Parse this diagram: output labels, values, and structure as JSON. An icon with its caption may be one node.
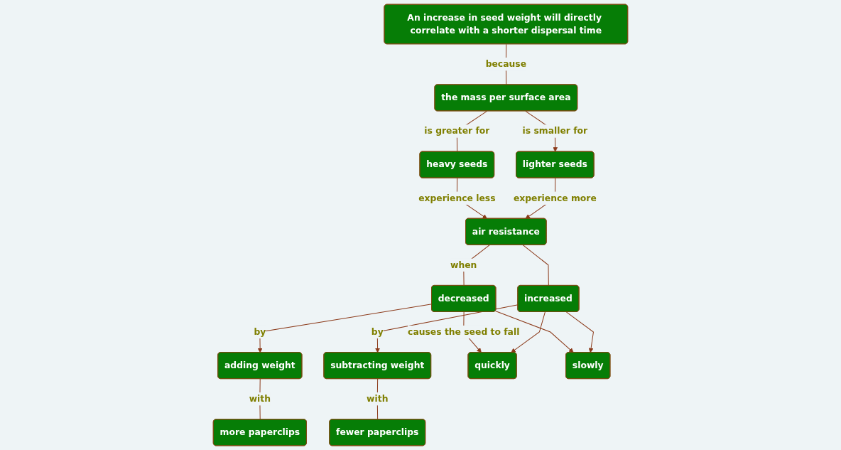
{
  "diagram": {
    "nodes": [
      {
        "text": [
          "An increase in seed weight will directly correlate with a shorter dispersal time"
        ]
      },
      {
        "text": [
          "the mass per surface area"
        ]
      },
      {
        "text": [
          "heavy seeds"
        ]
      },
      {
        "text": [
          "lighter seeds"
        ]
      },
      {
        "text": [
          "air resistance"
        ]
      },
      {
        "text": [
          "adding weight"
        ]
      },
      {
        "text": [
          "subtracting weight"
        ]
      },
      {
        "text": [
          "more paperclips"
        ]
      },
      {
        "text": [
          "decreased"
        ]
      },
      {
        "text": [
          "increased"
        ]
      },
      {
        "text": [
          "fewer paperclips"
        ]
      },
      {
        "text": [
          "quickly"
        ]
      },
      {
        "text": [
          "slowly"
        ]
      }
    ],
    "edges": [
      {
        "from": 0,
        "to": 1,
        "arrow": "none",
        "label": "because"
      },
      {
        "from": 1,
        "to": 2,
        "arrow": "none",
        "label": "is greater for"
      },
      {
        "from": 1,
        "to": 3,
        "arrow": "to",
        "label": "is smaller for"
      },
      {
        "from": 2,
        "to": 4,
        "arrow": "to",
        "label": "experience less"
      },
      {
        "from": 3,
        "to": 4,
        "arrow": "to",
        "label": "experience more"
      },
      {
        "from": 4,
        "to": 8,
        "arrow": "none",
        "label": "when"
      },
      {
        "from": 4,
        "to": 9,
        "arrow": "none"
      },
      {
        "from": 8,
        "to": 5,
        "arrow": "to",
        "label": "by"
      },
      {
        "from": 9,
        "to": 6,
        "arrow": "to",
        "label": "by"
      },
      {
        "from": 5,
        "to": 7,
        "arrow": "none",
        "label": "with"
      },
      {
        "from": 6,
        "to": 10,
        "arrow": "none",
        "label": "with"
      },
      {
        "from": 8,
        "to": 11,
        "arrow": "to",
        "label": "causes the seed to fall"
      },
      {
        "from": 8,
        "to": 12,
        "arrow": "to"
      },
      {
        "from": 9,
        "to": 11,
        "arrow": "to"
      },
      {
        "from": 9,
        "to": 12,
        "arrow": "to"
      }
    ]
  }
}
